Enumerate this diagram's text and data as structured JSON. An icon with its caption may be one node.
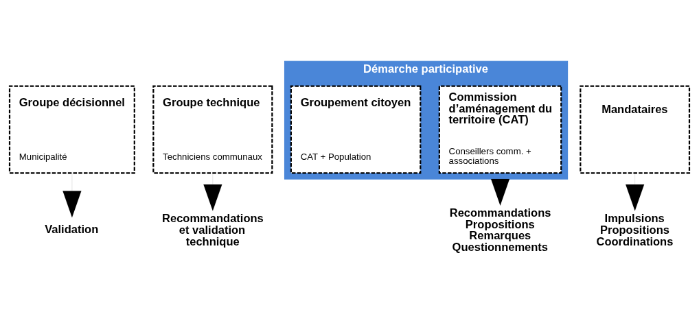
{
  "diagram": {
    "nodes": [
      {
        "text": [
          "Groupe décisionnel",
          "Municipalité"
        ]
      },
      {
        "text": [
          "Groupe technique",
          "Techniciens communaux"
        ]
      },
      {
        "text": [
          "Démarche participative"
        ]
      },
      {
        "text": [
          "Commission d’aménagement du territoire (CAT)",
          "Conseillers comm. + associations"
        ],
        "in": 2
      },
      {
        "text": [
          "Groupement citoyen",
          "CAT + Population"
        ],
        "in": 2
      },
      {
        "text": [
          "Mandataires"
        ]
      },
      {
        "text": [
          "Validation"
        ]
      },
      {
        "text": [
          "Recommandations et validation technique"
        ]
      },
      {
        "text": [
          "Recommandations Propositions Remarques Questionnements"
        ]
      },
      {
        "text": [
          "Impulsions Propositions Coordinations"
        ]
      }
    ],
    "edges": [
      {
        "from": 0,
        "to": 6,
        "arrow": "to"
      },
      {
        "from": 1,
        "to": 7,
        "arrow": "to"
      },
      {
        "from": 2,
        "to": 8,
        "arrow": "to"
      },
      {
        "from": 5,
        "to": 9,
        "arrow": "to"
      }
    ]
  }
}
